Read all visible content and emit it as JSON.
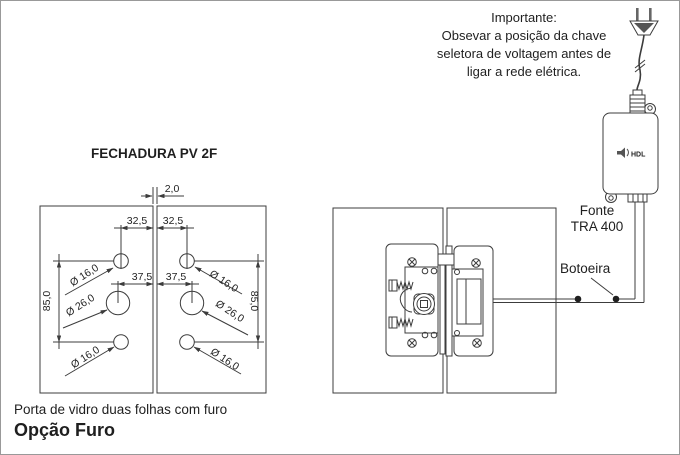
{
  "colors": {
    "line": "#3c3c3c",
    "text": "#1f1f1f",
    "border": "#999999"
  },
  "notice": {
    "line1": "Importante:",
    "line2": "Obsevar a posição da chave",
    "line3": "seletora de voltagem antes de",
    "line4": "ligar a rede elétrica."
  },
  "power": {
    "brand": "HDL",
    "label_line1": "Fonte",
    "label_line2": "TRA 400"
  },
  "button": {
    "label": "Botoeira"
  },
  "drawing": {
    "title": "FECHADURA PV 2F",
    "caption": "Porta de vidro duas folhas com furo",
    "option_title": "Opção Furo",
    "dims": {
      "gap": "2,0",
      "offset_top_left": "32,5",
      "offset_top_right": "32,5",
      "offset_mid_left": "37,5",
      "offset_mid_right": "37,5",
      "height_left": "85,0",
      "height_right": "85,0",
      "dia_top_left": "Ø 16,0",
      "dia_top_right": "Ø 16,0",
      "dia_mid_left": "Ø 26,0",
      "dia_mid_right": "Ø 26,0",
      "dia_bottom_left": "Ø 16,0",
      "dia_bottom_right": "Ø 16,0"
    }
  }
}
